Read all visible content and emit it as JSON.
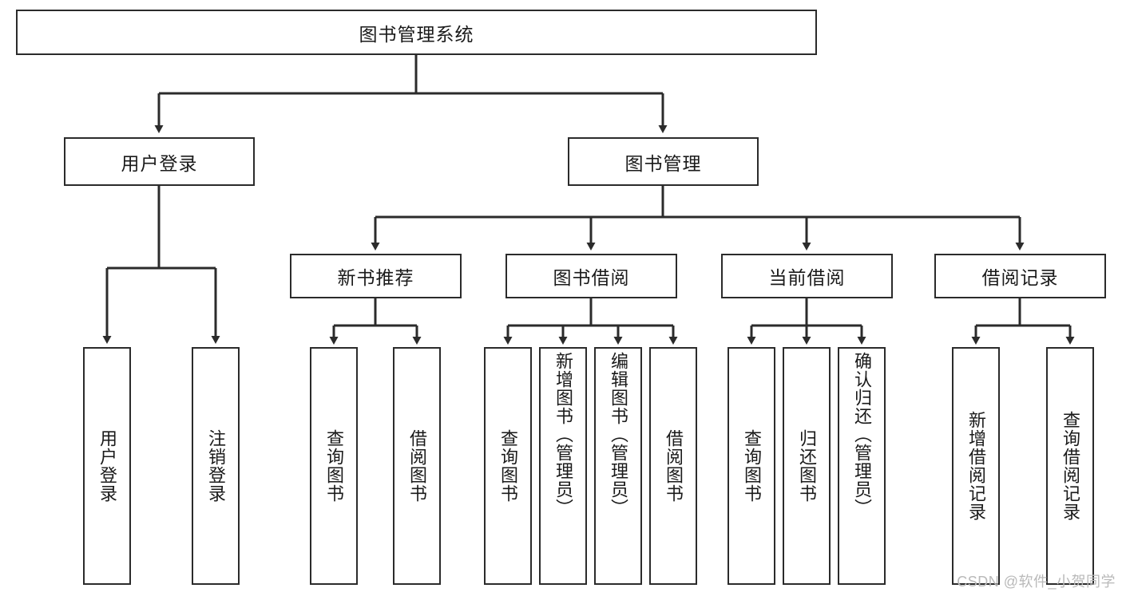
{
  "diagram": {
    "type": "tree",
    "title": "图书管理系统",
    "orientation": "top-down",
    "colors": {
      "box_border": "#2b2b2b",
      "box_fill": "#ffffff",
      "edge": "#2b2b2b",
      "text": "#1a1a1a",
      "watermark": "#b9b9b9",
      "background": "#ffffff"
    }
  },
  "root": {
    "label": "图书管理系统"
  },
  "level1": [
    {
      "label": "用户登录"
    },
    {
      "label": "图书管理"
    }
  ],
  "level2": [
    {
      "label": "新书推荐"
    },
    {
      "label": "图书借阅"
    },
    {
      "label": "当前借阅"
    },
    {
      "label": "借阅记录"
    }
  ],
  "leaves": {
    "user_login": [
      {
        "label": "用户登录"
      },
      {
        "label": "注销登录"
      }
    ],
    "new_book_recommend": [
      {
        "label": "查询图书"
      },
      {
        "label": "借阅图书"
      }
    ],
    "book_borrow": [
      {
        "label": "查询图书"
      },
      {
        "label": "新增图书（管理员）"
      },
      {
        "label": "编辑图书（管理员）"
      },
      {
        "label": "借阅图书"
      }
    ],
    "current_borrow": [
      {
        "label": "查询图书"
      },
      {
        "label": "归还图书"
      },
      {
        "label": "确认归还（管理员）"
      }
    ],
    "borrow_records": [
      {
        "label": "新增借阅记录"
      },
      {
        "label": "查询借阅记录"
      }
    ]
  },
  "watermark": {
    "text": "CSDN @软件_小贺同学"
  }
}
